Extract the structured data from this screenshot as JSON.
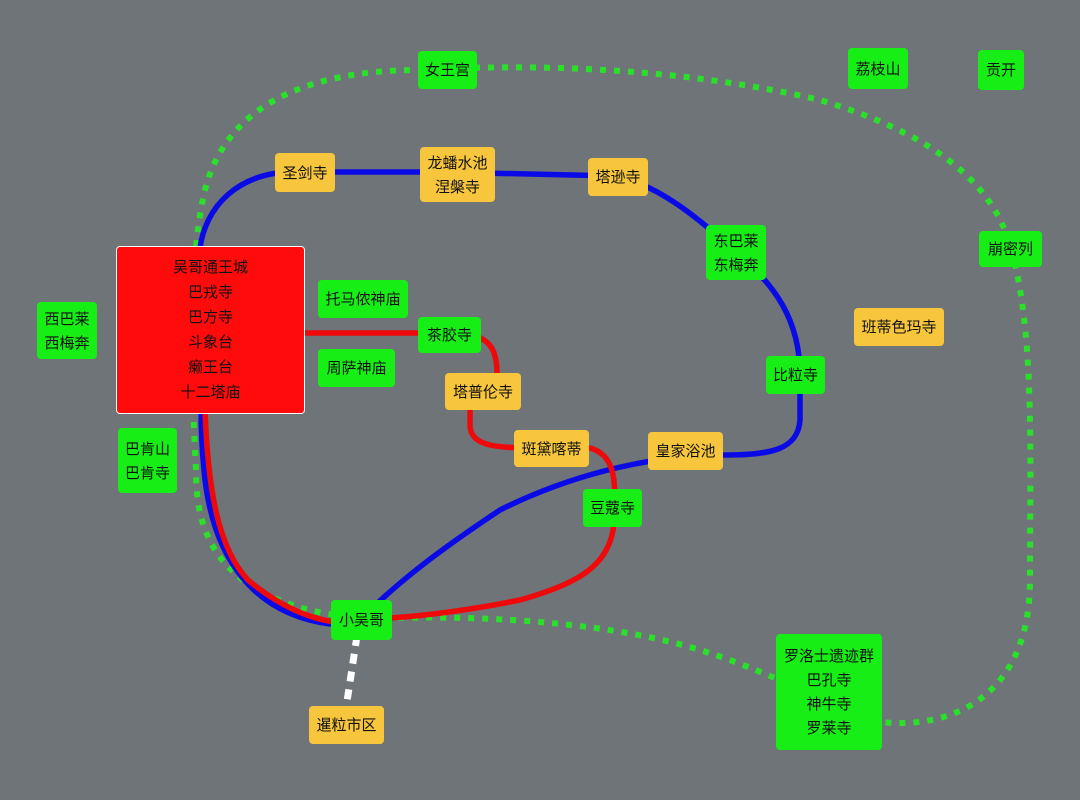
{
  "colors": {
    "background": "#6e7478",
    "blue_route": "#0a0ae6",
    "red_route": "#ee0a0a",
    "green_route": "#2be02b",
    "white_route": "#ffffff",
    "green_node": "#16ee16",
    "yellow_node": "#f7c63c",
    "red_node": "#ff0b0b"
  },
  "nodes": {
    "angkor": {
      "lines": [
        "吴哥通王城",
        "巴戎寺",
        "巴方寺",
        "斗象台",
        "癞王台",
        "十二塔庙"
      ]
    },
    "women_palace": {
      "lines": [
        "女王宫"
      ]
    },
    "kulen": {
      "lines": [
        "荔枝山"
      ]
    },
    "koh_ker": {
      "lines": [
        "贡开"
      ]
    },
    "preah_khan": {
      "lines": [
        "圣剑寺"
      ]
    },
    "neak_pean": {
      "lines": [
        "龙蟠水池",
        "涅槃寺"
      ]
    },
    "ta_som": {
      "lines": [
        "塔逊寺"
      ]
    },
    "east_baray": {
      "lines": [
        "东巴莱",
        "东梅奔"
      ]
    },
    "beng_mealea": {
      "lines": [
        "崩密列"
      ]
    },
    "west_baray": {
      "lines": [
        "西巴莱",
        "西梅奔"
      ]
    },
    "thommanon": {
      "lines": [
        "托马侬神庙"
      ]
    },
    "ta_keo": {
      "lines": [
        "茶胶寺"
      ]
    },
    "chau_say": {
      "lines": [
        "周萨神庙"
      ]
    },
    "banteay_srei": {
      "lines": [
        "班蒂色玛寺"
      ]
    },
    "ta_prohm": {
      "lines": [
        "塔普伦寺"
      ]
    },
    "pre_rup": {
      "lines": [
        "比粒寺"
      ]
    },
    "bakheng": {
      "lines": [
        "巴肯山",
        "巴肯寺"
      ]
    },
    "banteay_kdei": {
      "lines": [
        "斑黛喀蒂"
      ]
    },
    "srah_srang": {
      "lines": [
        "皇家浴池"
      ]
    },
    "prasat_kravan": {
      "lines": [
        "豆蔻寺"
      ]
    },
    "angkor_wat": {
      "lines": [
        "小吴哥"
      ]
    },
    "roluos": {
      "lines": [
        "罗洛士遗迹群",
        "巴孔寺",
        "神牛寺",
        "罗莱寺"
      ]
    },
    "siem_reap": {
      "lines": [
        "暹粒市区"
      ]
    }
  }
}
